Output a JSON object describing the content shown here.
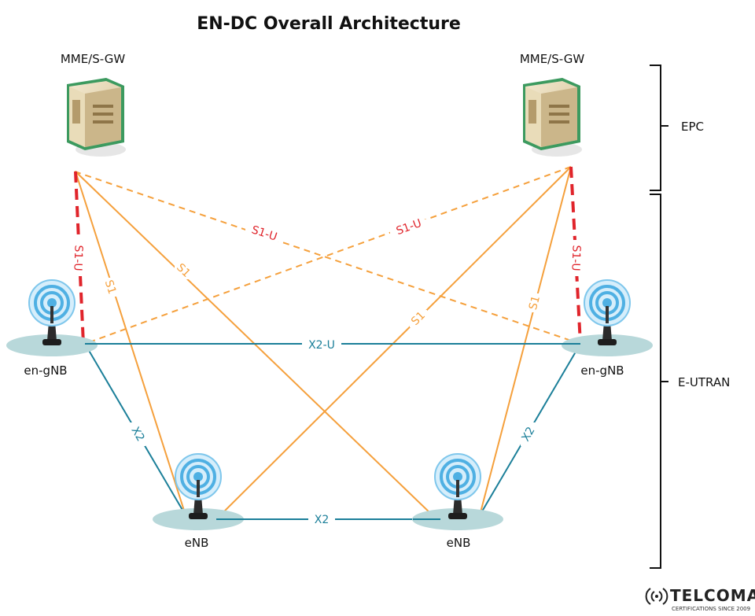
{
  "diagram": {
    "title": "EN-DC Overall Architecture",
    "core": {
      "left_label": "MME/S-GW",
      "right_label": "MME/S-GW"
    },
    "ran": {
      "left_gnb_label": "en-gNB",
      "right_gnb_label": "en-gNB",
      "left_enb_label": "eNB",
      "right_enb_label": "eNB"
    },
    "links": {
      "s1u_left_vertical": "S1-U",
      "s1u_right_vertical": "S1-U",
      "s1u_cross_left": "S1-U",
      "s1u_cross_right": "S1-U",
      "s1_left_steep": "S1",
      "s1_left_cross": "S1",
      "s1_right_cross": "S1",
      "s1_right_steep": "S1",
      "x2u": "X2-U",
      "x2_left": "X2",
      "x2_right": "X2",
      "x2_bottom": "X2"
    },
    "brackets": {
      "epc_label": "EPC",
      "eutran_label": "E-UTRAN"
    },
    "colors": {
      "s1": "#f5a03c",
      "s1u": "#e0242b",
      "x2": "#1b7f99",
      "server_frame": "#2e8b57",
      "base_disc": "#b8d8da"
    }
  },
  "brand": {
    "name": "TELCOMA",
    "tagline": "CERTIFICATIONS SINCE 2009"
  }
}
